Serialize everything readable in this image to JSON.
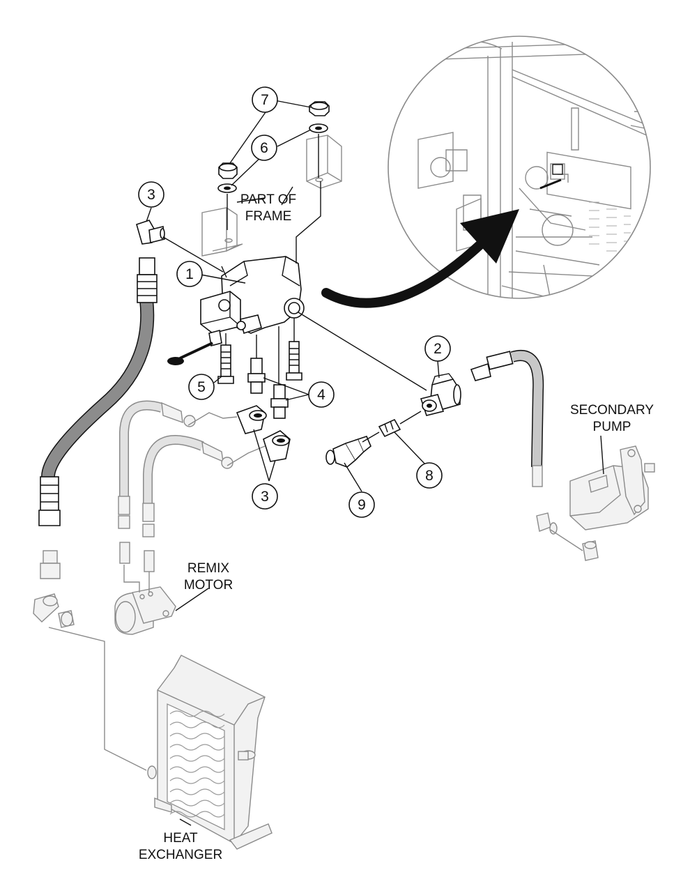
{
  "labels": {
    "part_of_frame": [
      "PART OF",
      "FRAME"
    ],
    "secondary_pump": [
      "SECONDARY",
      "PUMP"
    ],
    "remix_motor": [
      "REMIX",
      "MOTOR"
    ],
    "heat_exchanger": [
      "HEAT",
      "EXCHANGER"
    ]
  },
  "callouts": {
    "c1": "1",
    "c2": "2",
    "c3_top": "3",
    "c3_bottom": "3",
    "c4": "4",
    "c5": "5",
    "c6": "6",
    "c7": "7",
    "c8": "8",
    "c9": "9"
  },
  "colors": {
    "ink": "#111111",
    "context_gray": "#8a8a8a",
    "hose_fill": "#8c8c8c"
  }
}
